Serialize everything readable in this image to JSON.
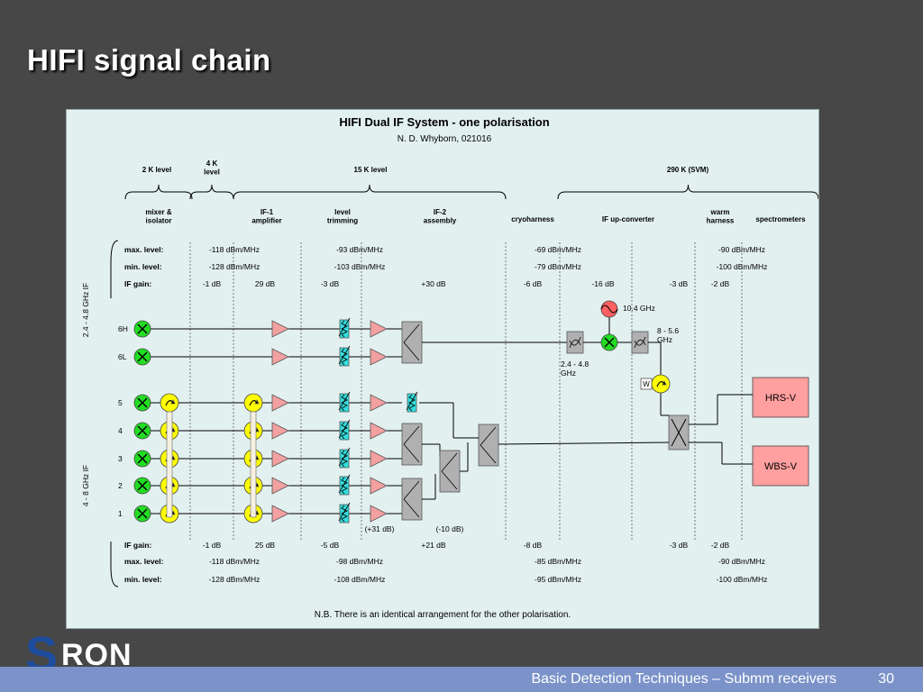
{
  "slide": {
    "title": "HIFI signal chain",
    "footer_text": "Basic Detection Techniques – Submm receivers",
    "page_number": "30",
    "logo_s": "S",
    "logo_ron": "RON"
  },
  "diagram": {
    "title": "HIFI Dual IF System - one polarisation",
    "author": "N. D. Whyborn, 021016",
    "temp_levels": [
      "2 K level",
      "4 K\nlevel",
      "15 K level",
      "290 K (SVM)"
    ],
    "stages": [
      "mixer &\nisolator",
      "IF-1\namplifier",
      "level\ntrimming",
      "IF-2\nassembly",
      "cryoharness",
      "IF up-converter",
      "warm\nharness",
      "spectrometers"
    ],
    "top_rows": [
      {
        "label": "max. level:",
        "values": [
          "-118 dBm/MHz",
          "-93 dBm/MHz",
          "-69 dBm/MHz",
          "-90 dBm/MHz"
        ]
      },
      {
        "label": "min. level:",
        "values": [
          "-128 dBm/MHz",
          "-103 dBm/MHz",
          "-79 dBm/MHz",
          "-100 dBm/MHz"
        ]
      },
      {
        "label": "IF gain:",
        "values": [
          "-1 dB",
          "29 dB",
          "-3 dB",
          "+30 dB",
          "-6 dB",
          "-16 dB",
          "-3 dB",
          "-2 dB"
        ]
      }
    ],
    "bottom_rows": [
      {
        "label": "IF gain:",
        "values": [
          "-1 dB",
          "25 dB",
          "-5 dB",
          "+21 dB",
          "-8 dB",
          "-3 dB",
          "-2 dB"
        ]
      },
      {
        "label": "max. level:",
        "values": [
          "-118 dBm/MHz",
          "-98 dBm/MHz",
          "-85 dBm/MHz",
          "-90 dBm/MHz"
        ]
      },
      {
        "label": "min. level:",
        "values": [
          "-128 dBm/MHz",
          "-108 dBm/MHz",
          "-95 dBm/MHz",
          "-100 dBm/MHz"
        ]
      }
    ],
    "band_labels_high": [
      "6H",
      "6L"
    ],
    "band_labels_low": [
      "5",
      "4",
      "3",
      "2",
      "1"
    ],
    "if_range_high": "2.4 - 4.8 GHz IF",
    "if_range_low": "4 - 8 GHz IF",
    "lo_freq": "10.4 GHz",
    "filter_out": "8 - 5.6\nGHz",
    "filter_in": "2.4 - 4.8\nGHz",
    "annot_plus31": "(+31 dB)",
    "annot_minus10": "(-10 dB)",
    "spectrometer_hrs": "HRS-V",
    "spectrometer_wbs": "WBS-V",
    "note": "N.B. There is an identical arrangement for the other polarisation.",
    "colors": {
      "mixer": "#22dd22",
      "amp": "#f2a0a0",
      "atten": "#33dddd",
      "iso": "#ffff00",
      "block": "#b0b0b0",
      "spectro": "#ff9f9f"
    }
  }
}
